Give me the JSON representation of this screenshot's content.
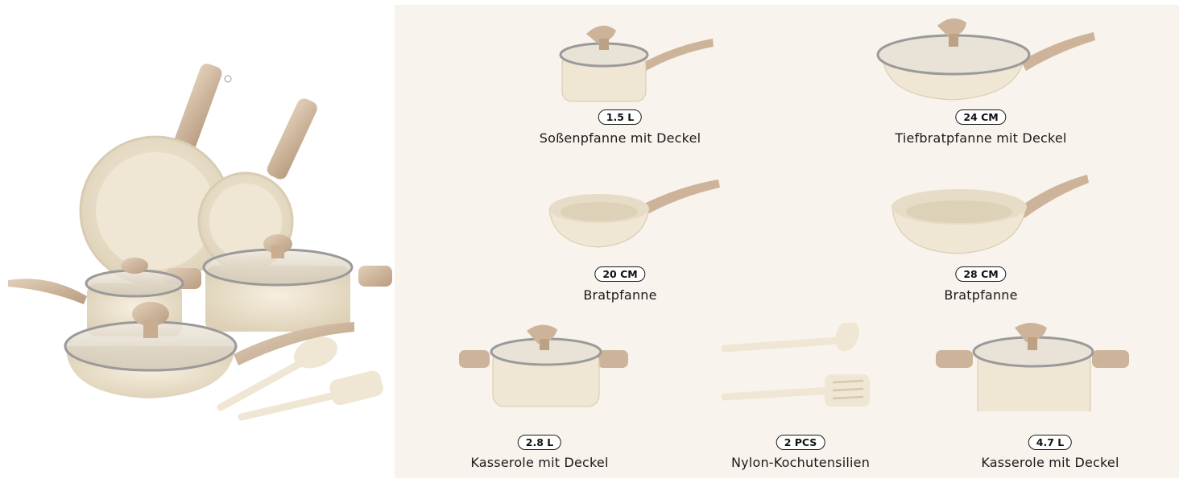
{
  "hero": {
    "alt_name": "cookware-set-photo"
  },
  "items": [
    {
      "size": "1.5 L",
      "name": "Soßenpfanne mit Deckel"
    },
    {
      "size": "24 CM",
      "name": "Tiefbratpfanne mit Deckel"
    },
    {
      "size": "20 CM",
      "name": "Bratpfanne"
    },
    {
      "size": "28 CM",
      "name": "Bratpfanne"
    },
    {
      "size": "2.8 L",
      "name": "Kasserole mit Deckel"
    },
    {
      "size": "2 PCS",
      "name": "Nylon-Kochutensilien"
    },
    {
      "size": "4.7 L",
      "name": "Kasserole mit Deckel"
    }
  ],
  "colors": {
    "cream": "#f1e9d8",
    "cream_dark": "#dccfb6",
    "wood": "#cdb399",
    "wood_dark": "#a88a6c",
    "panel": "#f8f3ec",
    "steel": "#a7a9ab"
  }
}
